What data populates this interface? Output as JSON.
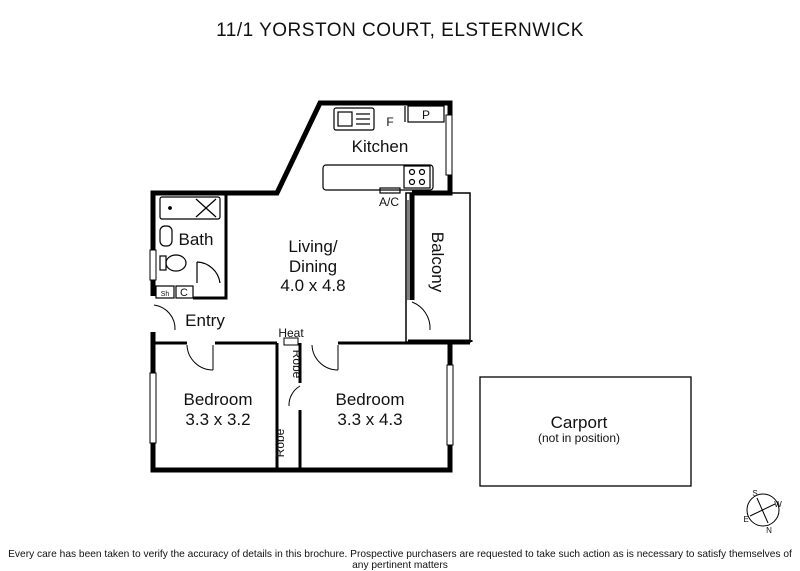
{
  "title": "11/1 YORSTON COURT, ELSTERNWICK",
  "rooms": {
    "kitchen": "Kitchen",
    "fridge": "F",
    "pantry": "P",
    "ac": "A/C",
    "bath": "Bath",
    "shower": "Sh",
    "cupboard": "C",
    "living_name_1": "Living/",
    "living_name_2": "Dining",
    "living_size": "4.0 x 4.8",
    "balcony": "Balcony",
    "entry": "Entry",
    "heat": "Heat",
    "robe_1": "Robe",
    "robe_2": "Robe",
    "bedroom1_name": "Bedroom",
    "bedroom1_size": "3.3 x 3.2",
    "bedroom2_name": "Bedroom",
    "bedroom2_size": "3.3 x 4.3",
    "carport_name": "Carport",
    "carport_note": "(not in position)"
  },
  "compass": {
    "s": "S",
    "w": "W",
    "e": "E",
    "n": "N"
  },
  "disclaimer": "Every care has been taken to verify the accuracy of details in this brochure. Prospective purchasers are requested to take such action as is necessary to satisfy themselves of any pertinent matters"
}
